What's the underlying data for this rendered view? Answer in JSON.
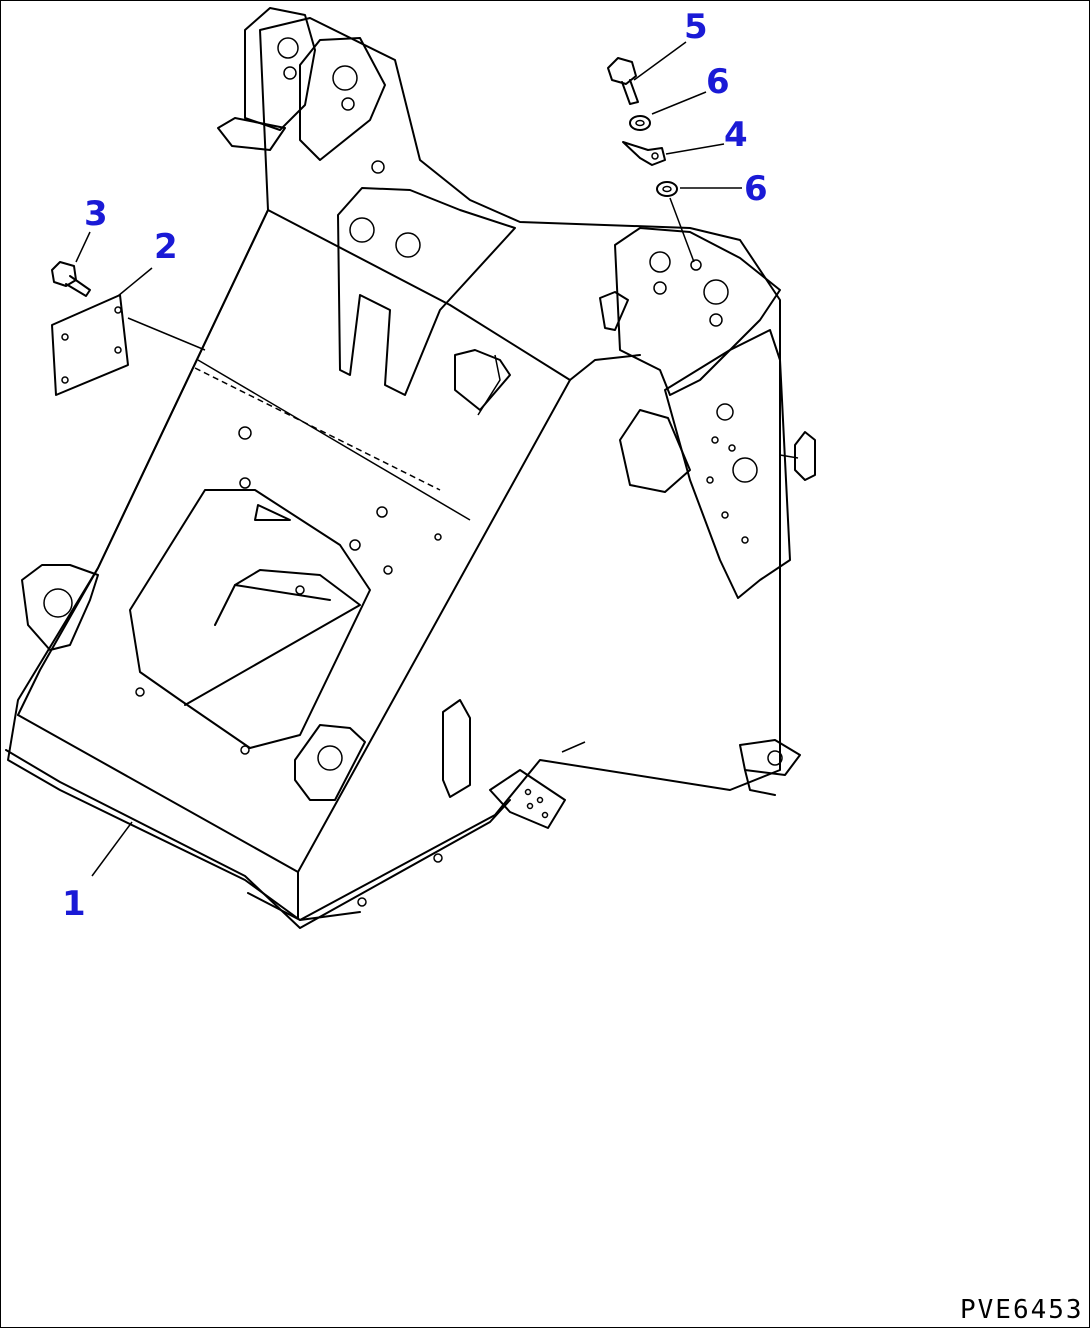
{
  "callouts": {
    "c1": "1",
    "c2": "2",
    "c3": "3",
    "c4": "4",
    "c5": "5",
    "c6a": "6",
    "c6b": "6"
  },
  "drawing_code": "PVE6453",
  "colors": {
    "callout": "#1a1ad6",
    "line": "#000000",
    "background": "#ffffff"
  }
}
